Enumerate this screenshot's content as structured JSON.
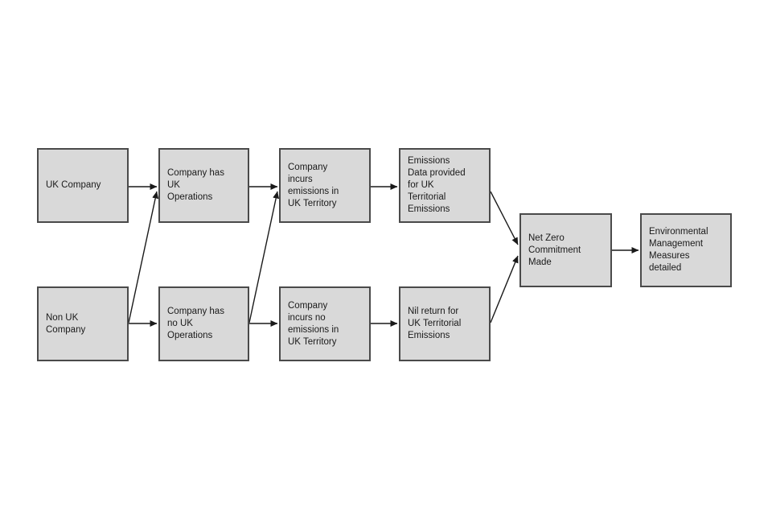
{
  "diagram": {
    "colors": {
      "background": "#ffffff",
      "node_fill": "#d9d9d9",
      "node_border": "#4a4a4a",
      "text": "#1a1a1a",
      "arrow": "#1a1a1a"
    },
    "nodes": [
      {
        "id": "uk-company",
        "label": "UK Company"
      },
      {
        "id": "company-has-uk-operations",
        "label": "Company has\nUK\nOperations"
      },
      {
        "id": "company-incurs-emissions",
        "label": "Company\nincurs\nemissions in\nUK Territory"
      },
      {
        "id": "emissions-data-provided",
        "label": "Emissions\nData provided\nfor UK\nTerritorial\nEmissions"
      },
      {
        "id": "non-uk-company",
        "label": "Non UK\nCompany"
      },
      {
        "id": "company-has-no-uk-operations",
        "label": "Company has\nno UK\nOperations"
      },
      {
        "id": "company-incurs-no-emissions",
        "label": "Company\nincurs no\nemissions in\nUK Territory"
      },
      {
        "id": "nil-return",
        "label": "Nil return for\nUK Territorial\nEmissions"
      },
      {
        "id": "net-zero-commitment",
        "label": "Net Zero\nCommitment\nMade"
      },
      {
        "id": "environmental-management",
        "label": "Environmental\nManagement\nMeasures\ndetailed"
      }
    ],
    "edges": [
      {
        "from": "uk-company",
        "to": "company-has-uk-operations"
      },
      {
        "from": "non-uk-company",
        "to": "company-has-no-uk-operations"
      },
      {
        "from": "non-uk-company",
        "to": "company-has-uk-operations"
      },
      {
        "from": "company-has-uk-operations",
        "to": "company-incurs-emissions"
      },
      {
        "from": "company-has-no-uk-operations",
        "to": "company-incurs-no-emissions"
      },
      {
        "from": "company-has-no-uk-operations",
        "to": "company-incurs-emissions"
      },
      {
        "from": "company-incurs-emissions",
        "to": "emissions-data-provided"
      },
      {
        "from": "company-incurs-no-emissions",
        "to": "nil-return"
      },
      {
        "from": "emissions-data-provided",
        "to": "net-zero-commitment"
      },
      {
        "from": "nil-return",
        "to": "net-zero-commitment"
      },
      {
        "from": "net-zero-commitment",
        "to": "environmental-management"
      }
    ]
  }
}
